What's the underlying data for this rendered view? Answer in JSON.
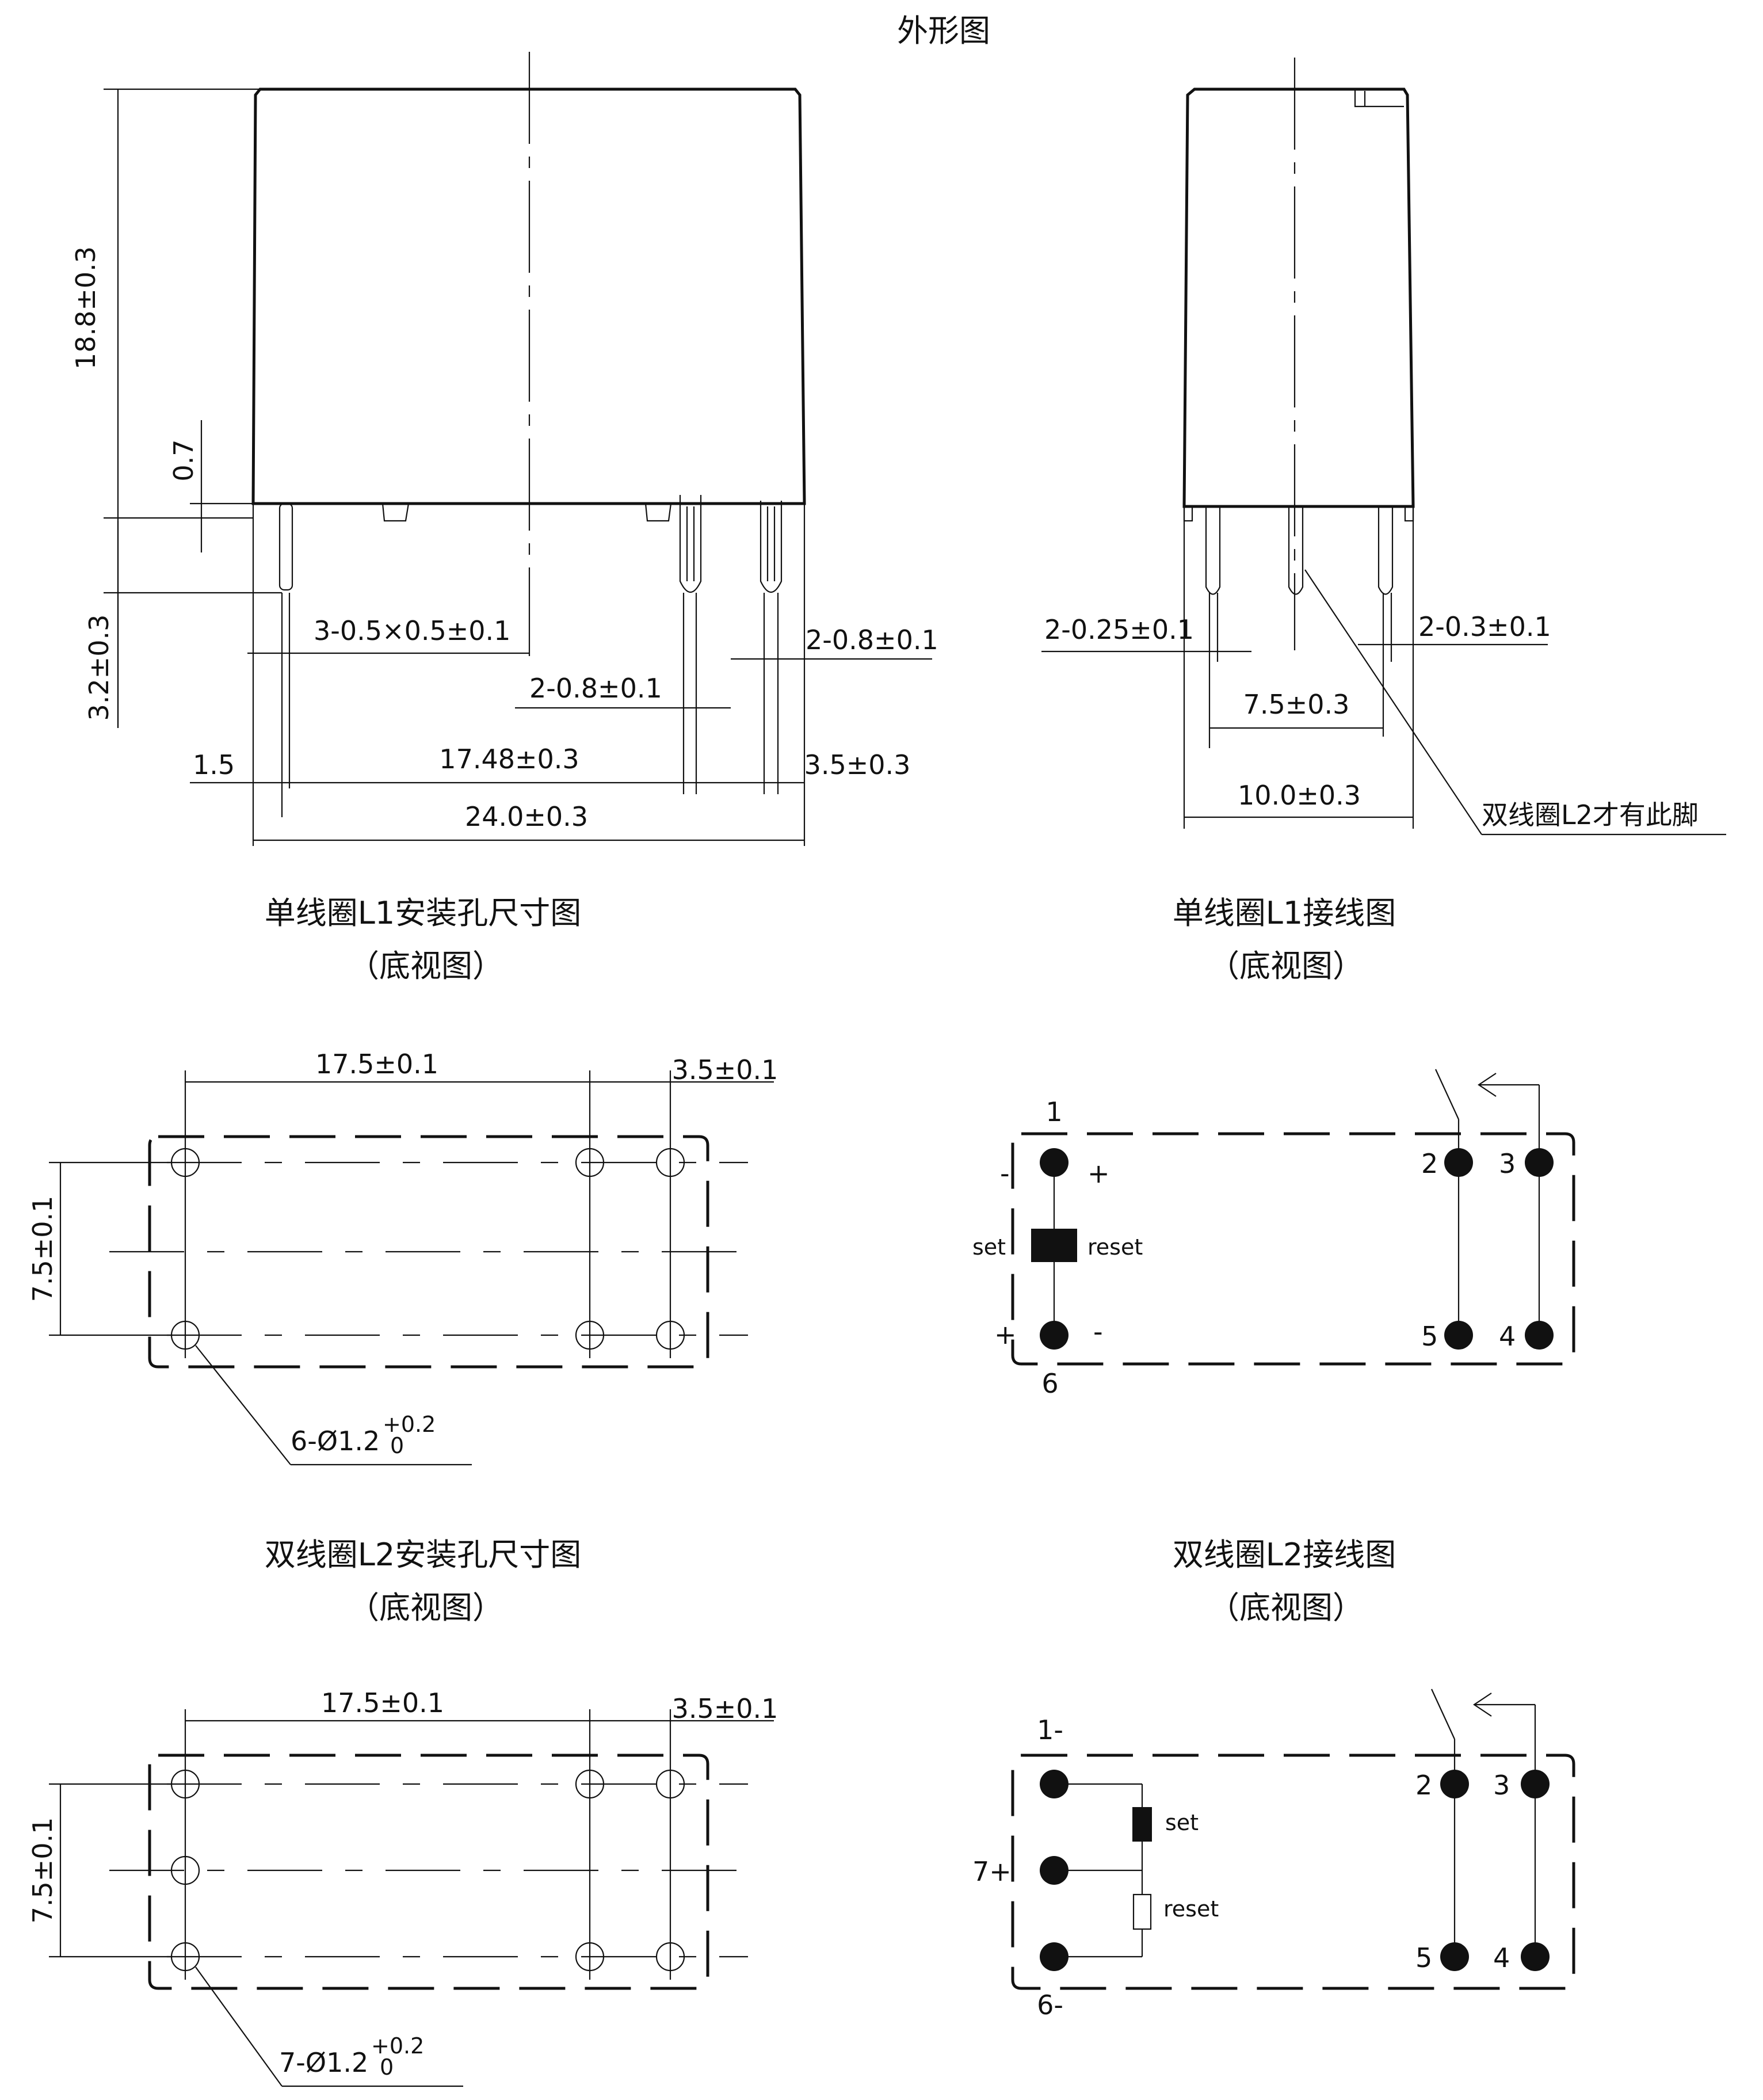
{
  "titles": {
    "outline": "外形图",
    "l1_mount": "单线圈L1安装孔尺寸图",
    "l1_wiring": "单线圈L1接线图",
    "l2_mount": "双线圈L2安装孔尺寸图",
    "l2_wiring": "双线圈L2接线图",
    "bottom_view": "（底视图）"
  },
  "front_view": {
    "height_total": "18.8±0.3",
    "standoff": "0.7",
    "pin_length": "3.2±0.3",
    "pin_section": "3-0.5×0.5±0.1",
    "pin_width_a": "2-0.8±0.1",
    "pin_width_b": "2-0.8±0.1",
    "offset_left": "1.5",
    "pitch_main": "17.48±0.3",
    "pitch_right": "3.5±0.3",
    "width_total": "24.0±0.3"
  },
  "side_view": {
    "pin_thin": "2-0.25±0.1",
    "pin_thick": "2-0.3±0.1",
    "pin_pitch": "7.5±0.3",
    "depth_total": "10.0±0.3",
    "note": "双线圈L2才有此脚"
  },
  "l1_mount": {
    "pitch_main": "17.5±0.1",
    "pitch_right": "3.5±0.1",
    "row_pitch": "7.5±0.1",
    "hole_label": "6-Ø1.2",
    "tol_upper": "+0.2",
    "tol_lower": "0"
  },
  "l2_mount": {
    "pitch_main": "17.5±0.1",
    "pitch_right": "3.5±0.1",
    "row_pitch": "7.5±0.1",
    "hole_label": "7-Ø1.2",
    "tol_upper": "+0.2",
    "tol_lower": "0"
  },
  "l1_wiring": {
    "pin1": "1",
    "pin6": "6",
    "pin2": "2",
    "pin3": "3",
    "pin4": "4",
    "pin5": "5",
    "minus_top": "-",
    "plus_top": "+",
    "plus_bottom": "+",
    "minus_bottom": "-",
    "set": "set",
    "reset": "reset"
  },
  "l2_wiring": {
    "pin1": "1-",
    "pin7": "7+",
    "pin6": "6-",
    "pin2": "2",
    "pin3": "3",
    "pin4": "4",
    "pin5": "5",
    "set": "set",
    "reset": "reset"
  }
}
